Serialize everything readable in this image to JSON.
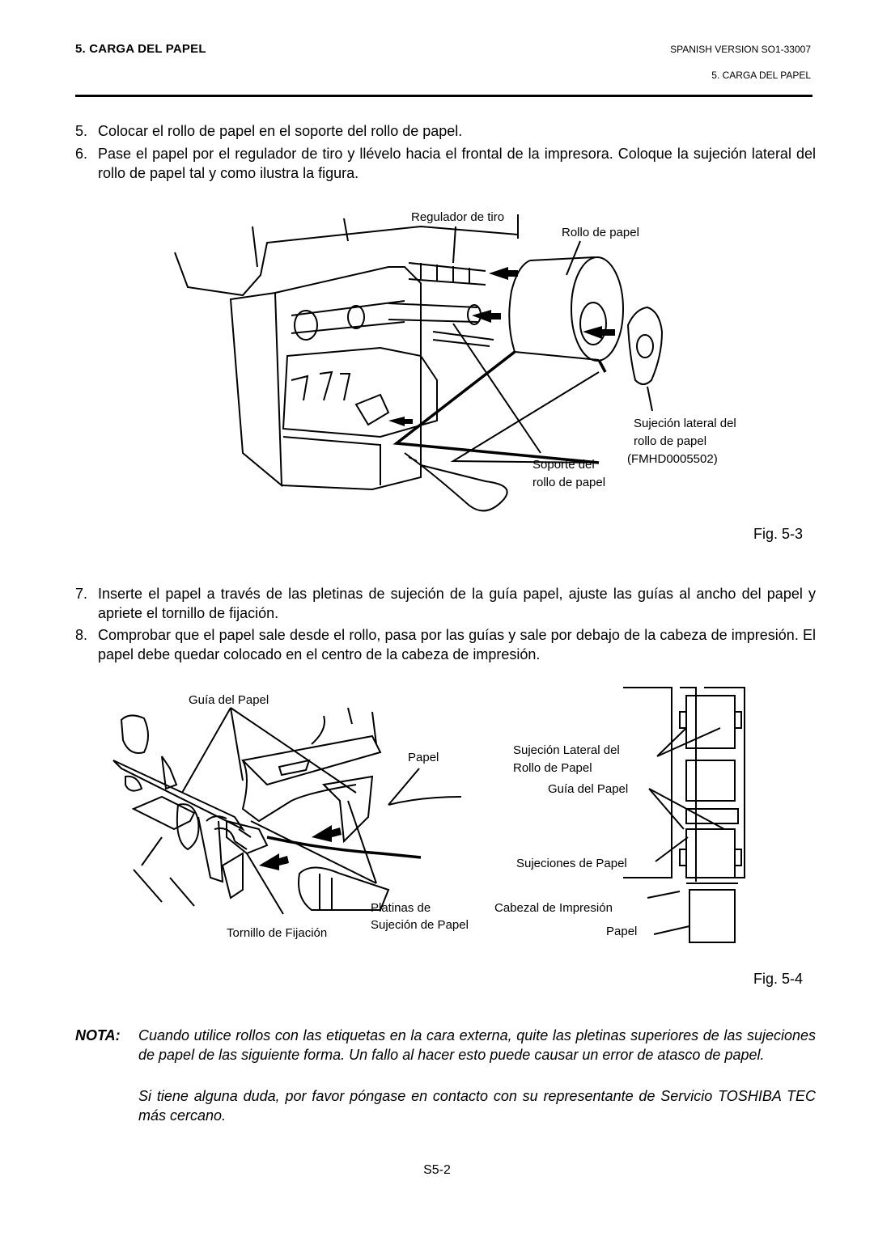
{
  "header": {
    "section_title": "5.  CARGA DEL PAPEL",
    "version": "SPANISH VERSION SO1-33007",
    "section_ref": "5. CARGA DEL PAPEL"
  },
  "steps_top": [
    {
      "num": "5.",
      "text": "Colocar el rollo de papel en el soporte del rollo de papel."
    },
    {
      "num": "6.",
      "text": "Pase el papel por el regulador de tiro y llévelo hacia el frontal de la impresora. Coloque la sujeción lateral del rollo de papel tal y como ilustra la figura."
    }
  ],
  "figure_1": {
    "labels": {
      "regulador": "Regulador de tiro",
      "rollo": "Rollo de papel",
      "sujecion_1": "Sujeción lateral del",
      "sujecion_2": "rollo de papel",
      "sujecion_3": "(FMHD0005502)",
      "soporte_1": "Soporte del",
      "soporte_2": "rollo de papel"
    },
    "caption": "Fig. 5-3"
  },
  "steps_mid": [
    {
      "num": "7.",
      "text": "Inserte el papel a través de las pletinas de sujeción de la guía papel, ajuste las guías al ancho del papel y apriete el tornillo de fijación."
    },
    {
      "num": "8.",
      "text": "Comprobar que el papel sale desde el rollo, pasa por las guías y sale por debajo de la cabeza de impresión.  El papel debe quedar colocado en el centro de la cabeza de impresión."
    }
  ],
  "figure_2": {
    "labels": {
      "guia": "Guía del Papel",
      "papel": "Papel",
      "platinas_1": "Platinas de",
      "platinas_2": "Sujeción de Papel",
      "tornillo": "Tornillo de Fijación",
      "sujecion_lat_1": "Sujeción Lateral del",
      "sujecion_lat_2": "Rollo de Papel",
      "guia_right": "Guía del Papel",
      "sujeciones": "Sujeciones de Papel",
      "cabezal": "Cabezal de Impresión",
      "papel_right": "Papel"
    },
    "caption": "Fig. 5-4"
  },
  "nota": {
    "head": "NOTA:",
    "para1": "Cuando utilice rollos con las etiquetas en la cara externa, quite las pletinas superiores de las sujeciones de papel de las siguiente forma.  Un fallo al hacer esto puede causar un error de atasco de papel.",
    "para2": "Si tiene alguna duda, por favor póngase en contacto con su representante de Servicio TOSHIBA TEC más cercano."
  },
  "page_number": "S5-2"
}
